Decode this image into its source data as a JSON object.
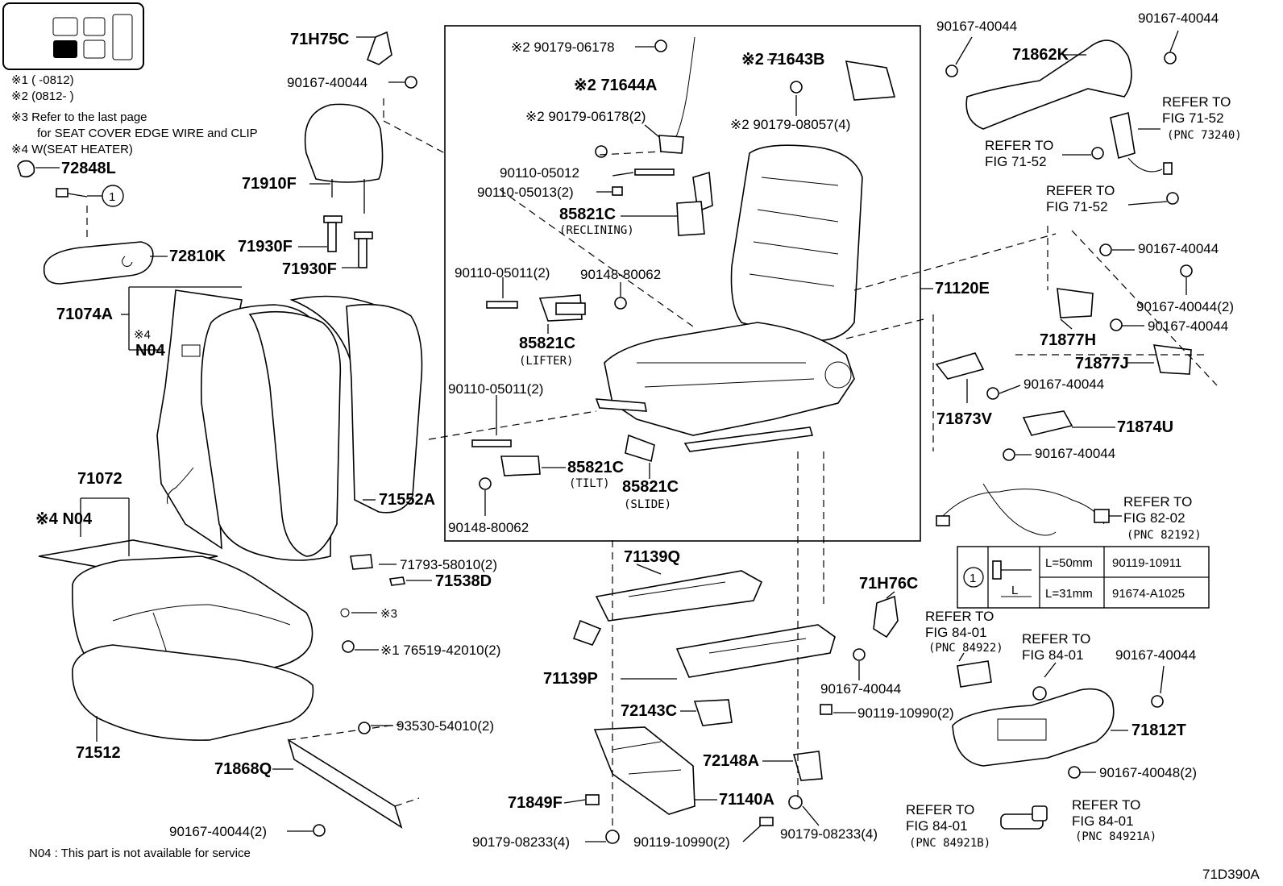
{
  "legend": {
    "note1": "※1 (      -0812)",
    "note2": "※2 (0812-      )",
    "note3_line1": "※3 Refer to the last page",
    "note3_line2": "for SEAT COVER EDGE WIRE and CLIP",
    "note4": "※4 W(SEAT HEATER)"
  },
  "labels": {
    "p71H75C": "71H75C",
    "p90167_a": "90167-40044",
    "p72848L": "72848L",
    "p71910F": "71910F",
    "p71930F_a": "71930F",
    "p71930F_b": "71930F",
    "p72810K": "72810K",
    "p71074A": "71074A",
    "n04_a_note": "※4",
    "n04_a": "N04",
    "p71072": "71072",
    "n04_b": "※4 N04",
    "p71552A": "71552A",
    "p71793": "71793-58010(2)",
    "p71538D": "71538D",
    "p_ref3": "※3",
    "p76519": "※1 76519-42010(2)",
    "p71512": "71512",
    "p93530": "93530-54010(2)",
    "p71868Q": "71868Q",
    "p90167_b": "90167-40044(2)",
    "footnote": "N04 : This part is not available for service",
    "p90179_06178": "※2 90179-06178",
    "p71644A": "※2 71644A",
    "p90179_06178_2": "※2 90179-06178(2)",
    "p71643B": "※2 71643B",
    "p90179_08057": "※2 90179-08057(4)",
    "p90110_05012": "90110-05012",
    "p90110_05013": "90110-05013(2)",
    "p85821C_a": "85821C",
    "p85821C_a_sub": "(RECLINING)",
    "p90110_05011_a": "90110-05011(2)",
    "p90148_80062_a": "90148-80062",
    "p85821C_b": "85821C",
    "p85821C_b_sub": "(LIFTER)",
    "p90110_05011_b": "90110-05011(2)",
    "p85821C_c": "85821C",
    "p85821C_c_sub": "(TILT)",
    "p85821C_d": "85821C",
    "p85821C_d_sub": "(SLIDE)",
    "p90148_80062_b": "90148-80062",
    "p71120E": "71120E",
    "p71139Q": "71139Q",
    "p71139P": "71139P",
    "p72143C": "72143C",
    "p72148A": "72148A",
    "p71849F": "71849F",
    "p71140A": "71140A",
    "p90179_08233_a": "90179-08233(4)",
    "p90119_10990_a": "90119-10990(2)",
    "p90179_08233_b": "90179-08233(4)",
    "p90119_10990_b": "90119-10990(2)",
    "p71H76C": "71H76C",
    "p90167_c": "90167-40044",
    "p90167_d": "90167-40044",
    "p90167_e": "90167-40044",
    "p71862K": "71862K",
    "ref71_52_a1": "REFER TO",
    "ref71_52_a2": "FIG 71-52",
    "ref71_52_a3": "(PNC 73240)",
    "ref71_52_b1": "REFER TO",
    "ref71_52_b2": "FIG 71-52",
    "ref71_52_c1": "REFER TO",
    "ref71_52_c2": "FIG 71-52",
    "p90167_f": "90167-40044",
    "p90167_g": "90167-40044(2)",
    "p90167_h": "90167-40044",
    "p71877H": "71877H",
    "p71877J": "71877J",
    "p90167_i": "90167-40044",
    "p71873V": "71873V",
    "p71874U": "71874U",
    "p90167_j": "90167-40044",
    "ref82_1": "REFER TO",
    "ref82_2": "FIG 82-02",
    "ref82_3": "(PNC 82192)",
    "ref84a_1": "REFER TO",
    "ref84a_2": "FIG 84-01",
    "ref84a_3": "(PNC 84922)",
    "ref84b_1": "REFER TO",
    "ref84b_2": "FIG 84-01",
    "p90167_k": "90167-40044",
    "p71812T": "71812T",
    "p90167_40048": "90167-40048(2)",
    "ref84c_1": "REFER TO",
    "ref84c_2": "FIG 84-01",
    "ref84c_3": "(PNC 84921B)",
    "ref84d_1": "REFER TO",
    "ref84d_2": "FIG 84-01",
    "ref84d_3": "(PNC 84921A)",
    "diagram_id": "71D390A",
    "circle1": "1"
  },
  "bolt_table": {
    "symbol": "1",
    "dim": "L",
    "rows": [
      {
        "length": "L=50mm",
        "part": "90119-10911"
      },
      {
        "length": "L=31mm",
        "part": "91674-A1025"
      }
    ]
  }
}
